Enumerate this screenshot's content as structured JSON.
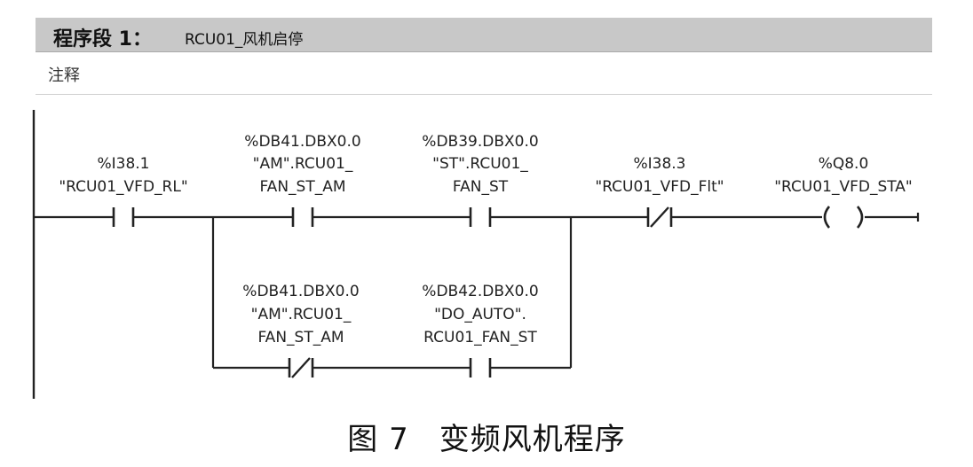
{
  "network": {
    "segment_label": "程序段 1：",
    "title": "RCU01_风机启停",
    "comment": "注释"
  },
  "rungs": {
    "main": [
      {
        "type": "NO",
        "address": "%I38.1",
        "tag_line1": "\"RCU01_VFD_RL\"",
        "tag_line2": ""
      },
      {
        "type": "NO",
        "address": "%DB41.DBX0.0",
        "tag_line1": "\"AM\".RCU01_",
        "tag_line2": "FAN_ST_AM"
      },
      {
        "type": "NO",
        "address": "%DB39.DBX0.0",
        "tag_line1": "\"ST\".RCU01_",
        "tag_line2": "FAN_ST"
      },
      {
        "type": "NC",
        "address": "%I38.3",
        "tag_line1": "\"RCU01_VFD_Flt\"",
        "tag_line2": ""
      },
      {
        "type": "COIL",
        "address": "%Q8.0",
        "tag_line1": "\"RCU01_VFD_STA\"",
        "tag_line2": ""
      }
    ],
    "branch": [
      {
        "type": "NC",
        "address": "%DB41.DBX0.0",
        "tag_line1": "\"AM\".RCU01_",
        "tag_line2": "FAN_ST_AM"
      },
      {
        "type": "NO",
        "address": "%DB42.DBX0.0",
        "tag_line1": "\"DO_AUTO\".",
        "tag_line2": "RCU01_FAN_ST"
      }
    ]
  },
  "caption": {
    "figure_number": "图 7",
    "title": "变频风机程序"
  }
}
